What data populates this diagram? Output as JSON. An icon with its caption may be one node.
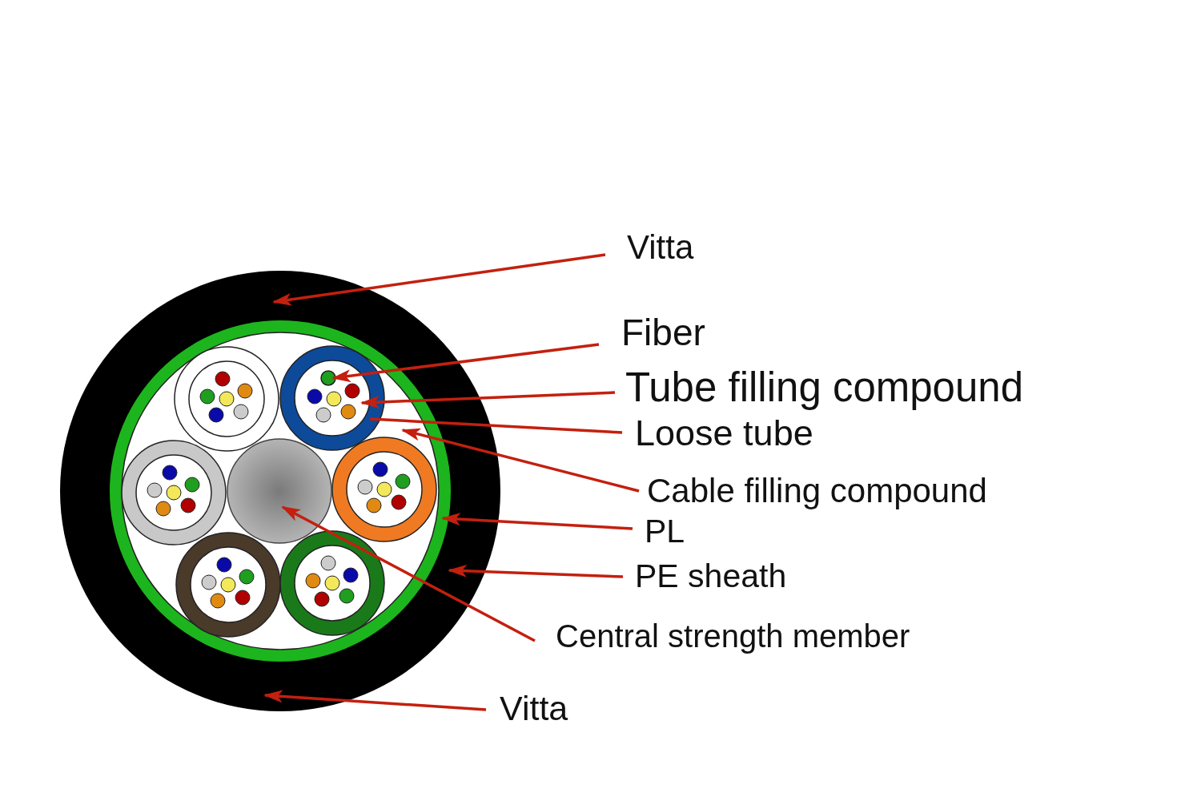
{
  "diagram": {
    "nodes": [
      {
        "text": [],
        "shape": "circle"
      },
      {
        "text": [],
        "shape": "circle",
        "in": 0
      },
      {
        "text": [],
        "shape": "circle",
        "in": 1
      },
      {
        "text": [],
        "shape": "circle",
        "in": 2
      },
      {
        "text": [],
        "shape": "circle",
        "in": 2
      },
      {
        "text": [],
        "shape": "circle",
        "in": 4
      },
      {
        "text": [],
        "shape": "circle",
        "in": 5
      },
      {
        "text": [
          "Vitta"
        ]
      },
      {
        "text": [
          "Fiber"
        ]
      },
      {
        "text": [
          "Tube filling compound"
        ]
      },
      {
        "text": [
          "Loose tube"
        ]
      },
      {
        "text": [
          "Cable filling compound"
        ]
      },
      {
        "text": [
          "PL"
        ]
      },
      {
        "text": [
          "PE sheath"
        ]
      },
      {
        "text": [
          "Central strength member"
        ]
      },
      {
        "text": [
          "Vitta"
        ]
      }
    ],
    "edges": [
      {
        "from": 7,
        "to": 0,
        "arrow": "to"
      },
      {
        "from": 8,
        "to": 6,
        "arrow": "to"
      },
      {
        "from": 9,
        "to": 5,
        "arrow": "to"
      },
      {
        "from": 10,
        "to": 4,
        "arrow": "none"
      },
      {
        "from": 11,
        "to": 2,
        "arrow": "to"
      },
      {
        "from": 12,
        "to": 1,
        "arrow": "to"
      },
      {
        "from": 13,
        "to": 0,
        "arrow": "to"
      },
      {
        "from": 14,
        "to": 3,
        "arrow": "to"
      },
      {
        "from": 15,
        "to": 0,
        "arrow": "to"
      }
    ]
  }
}
